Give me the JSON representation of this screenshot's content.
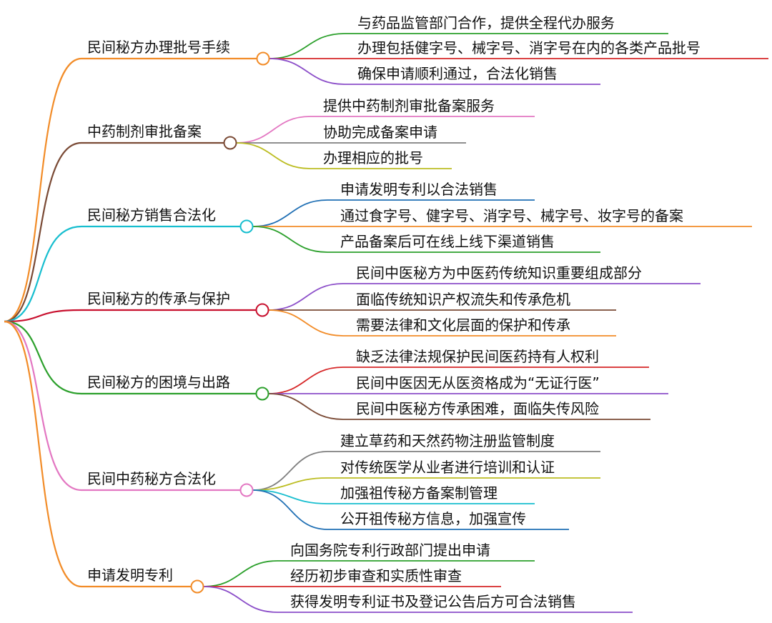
{
  "mindmap": {
    "branches": [
      {
        "label": "民间秘方办理批号手续",
        "color": "#f28c28",
        "leaves": [
          {
            "label": "与药品监管部门合作，提供全程代办服务",
            "color": "#2ca02c"
          },
          {
            "label": "办理包括健字号、械字号、消字号在内的各类产品批号",
            "color": "#d62728"
          },
          {
            "label": "确保申请顺利通过，合法化销售",
            "color": "#8c4fc9"
          }
        ]
      },
      {
        "label": "中药制剂审批备案",
        "color": "#7a4a35",
        "leaves": [
          {
            "label": "提供中药制剂审批备案服务",
            "color": "#e377c2"
          },
          {
            "label": "协助完成备案申请",
            "color": "#7f7f7f"
          },
          {
            "label": "办理相应的批号",
            "color": "#bcbd22"
          }
        ]
      },
      {
        "label": "民间秘方销售合法化",
        "color": "#17becf",
        "leaves": [
          {
            "label": "申请发明专利以合法销售",
            "color": "#1f6fb4"
          },
          {
            "label": "通过食字号、健字号、消字号、械字号、妆字号的备案",
            "color": "#f28c28"
          },
          {
            "label": "产品备案后可在线上线下渠道销售",
            "color": "#2ca02c"
          }
        ]
      },
      {
        "label": "民间秘方的传承与保护",
        "color": "#c8102e",
        "leaves": [
          {
            "label": "民间中医秘方为中医药传统知识重要组成部分",
            "color": "#8c4fc9"
          },
          {
            "label": "面临传统知识产权流失和传承危机",
            "color": "#7a4a35"
          },
          {
            "label": "需要法律和文化层面的保护和传承",
            "color": "#f28c28"
          }
        ]
      },
      {
        "label": "民间秘方的困境与出路",
        "color": "#2ca02c",
        "leaves": [
          {
            "label": "缺乏法律法规保护民间医药持有人权利",
            "color": "#d62728"
          },
          {
            "label": "民间中医因无从医资格成为“无证行医”",
            "color": "#8c4fc9"
          },
          {
            "label": "民间中医秘方传承困难，面临失传风险",
            "color": "#7a4a35"
          }
        ]
      },
      {
        "label": "民间中药秘方合法化",
        "color": "#e377c2",
        "leaves": [
          {
            "label": "建立草药和天然药物注册监管制度",
            "color": "#7f7f7f"
          },
          {
            "label": "对传统医学从业者进行培训和认证",
            "color": "#bcbd22"
          },
          {
            "label": "加强祖传秘方备案制管理",
            "color": "#17becf"
          },
          {
            "label": "公开祖传秘方信息，加强宣传",
            "color": "#1f6fb4"
          }
        ]
      },
      {
        "label": "申请发明专利",
        "color": "#f28c28",
        "leaves": [
          {
            "label": "向国务院专利行政部门提出申请",
            "color": "#2ca02c"
          },
          {
            "label": "经历初步审查和实质性审查",
            "color": "#d62728"
          },
          {
            "label": "获得发明专利证书及登记公告后方可合法销售",
            "color": "#8c4fc9"
          }
        ]
      }
    ]
  }
}
